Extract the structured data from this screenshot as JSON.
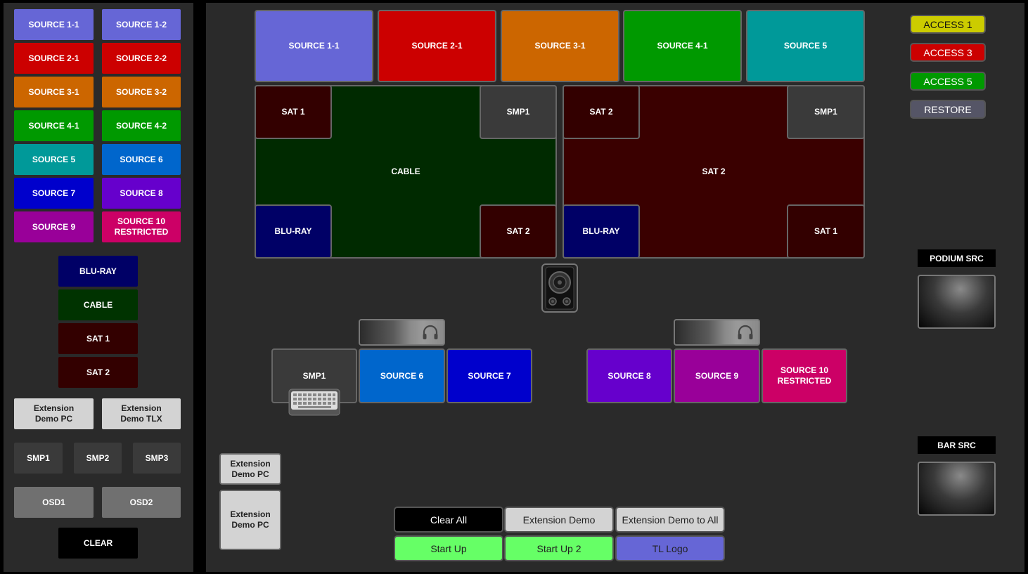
{
  "left": {
    "sources": [
      {
        "label": "SOURCE 1-1",
        "color": "#6666d6"
      },
      {
        "label": "SOURCE 1-2",
        "color": "#6666d6"
      },
      {
        "label": "SOURCE 2-1",
        "color": "#cc0000"
      },
      {
        "label": "SOURCE 2-2",
        "color": "#cc0000"
      },
      {
        "label": "SOURCE 3-1",
        "color": "#cc6600"
      },
      {
        "label": "SOURCE 3-2",
        "color": "#cc6600"
      },
      {
        "label": "SOURCE 4-1",
        "color": "#009900"
      },
      {
        "label": "SOURCE 4-2",
        "color": "#009900"
      },
      {
        "label": "SOURCE 5",
        "color": "#009999"
      },
      {
        "label": "SOURCE 6",
        "color": "#0066cc"
      },
      {
        "label": "SOURCE 7",
        "color": "#0000cc"
      },
      {
        "label": "SOURCE 8",
        "color": "#6600cc"
      },
      {
        "label": "SOURCE 9",
        "color": "#990099"
      },
      {
        "label": "SOURCE 10\nRESTRICTED",
        "color": "#cc0066"
      }
    ],
    "media": [
      {
        "label": "BLU-RAY",
        "color": "#000066"
      },
      {
        "label": "CABLE",
        "color": "#003300"
      },
      {
        "label": "SAT 1",
        "color": "#330000"
      },
      {
        "label": "SAT 2",
        "color": "#330000"
      }
    ],
    "extensions": [
      "Extension\nDemo PC",
      "Extension\nDemo TLX"
    ],
    "smp": [
      "SMP1",
      "SMP2",
      "SMP3"
    ],
    "osd": [
      "OSD1",
      "OSD2"
    ],
    "clear": "CLEAR"
  },
  "top_sources": [
    {
      "label": "SOURCE 1-1",
      "color": "#6666d6"
    },
    {
      "label": "SOURCE 2-1",
      "color": "#cc0000"
    },
    {
      "label": "SOURCE 3-1",
      "color": "#cc6600"
    },
    {
      "label": "SOURCE 4-1",
      "color": "#009900"
    },
    {
      "label": "SOURCE 5",
      "color": "#009999"
    }
  ],
  "quad_left": {
    "main": "CABLE",
    "main_color": "#002a00",
    "tl": "SAT 1",
    "tr": "SMP1",
    "bl": "BLU-RAY",
    "br": "SAT 2"
  },
  "quad_right": {
    "main": "SAT 2",
    "main_color": "#3a0000",
    "tl": "SAT 2",
    "tr": "SMP1",
    "bl": "BLU-RAY",
    "br": "SAT 1"
  },
  "bottom_left_group": [
    "SMP1",
    "SOURCE 6",
    "SOURCE 7"
  ],
  "bottom_right_group": [
    "SOURCE 8",
    "SOURCE 9",
    "SOURCE 10\nRESTRICTED"
  ],
  "side_extensions": [
    "Extension\nDemo PC",
    "Extension\nDemo PC"
  ],
  "actions": {
    "clear_all": "Clear All",
    "extension_demo": "Extension Demo",
    "extension_demo_all": "Extension Demo to All",
    "start_up": "Start Up",
    "start_up_2": "Start Up 2",
    "tl_logo": "TL Logo"
  },
  "access": [
    {
      "label": "ACCESS 1",
      "color": "#cccc00",
      "text_color": "#111111"
    },
    {
      "label": "ACCESS 3",
      "color": "#cc0000",
      "text_color": "#ffffff"
    },
    {
      "label": "ACCESS 5",
      "color": "#009900",
      "text_color": "#ffffff"
    },
    {
      "label": "RESTORE",
      "color": "#555566",
      "text_color": "#ffffff"
    }
  ],
  "podium_src": "PODIUM SRC",
  "bar_src": "BAR SRC",
  "icons": {
    "speaker": "speaker-icon",
    "headphones": "headphones-icon",
    "keyboard": "keyboard-icon"
  }
}
